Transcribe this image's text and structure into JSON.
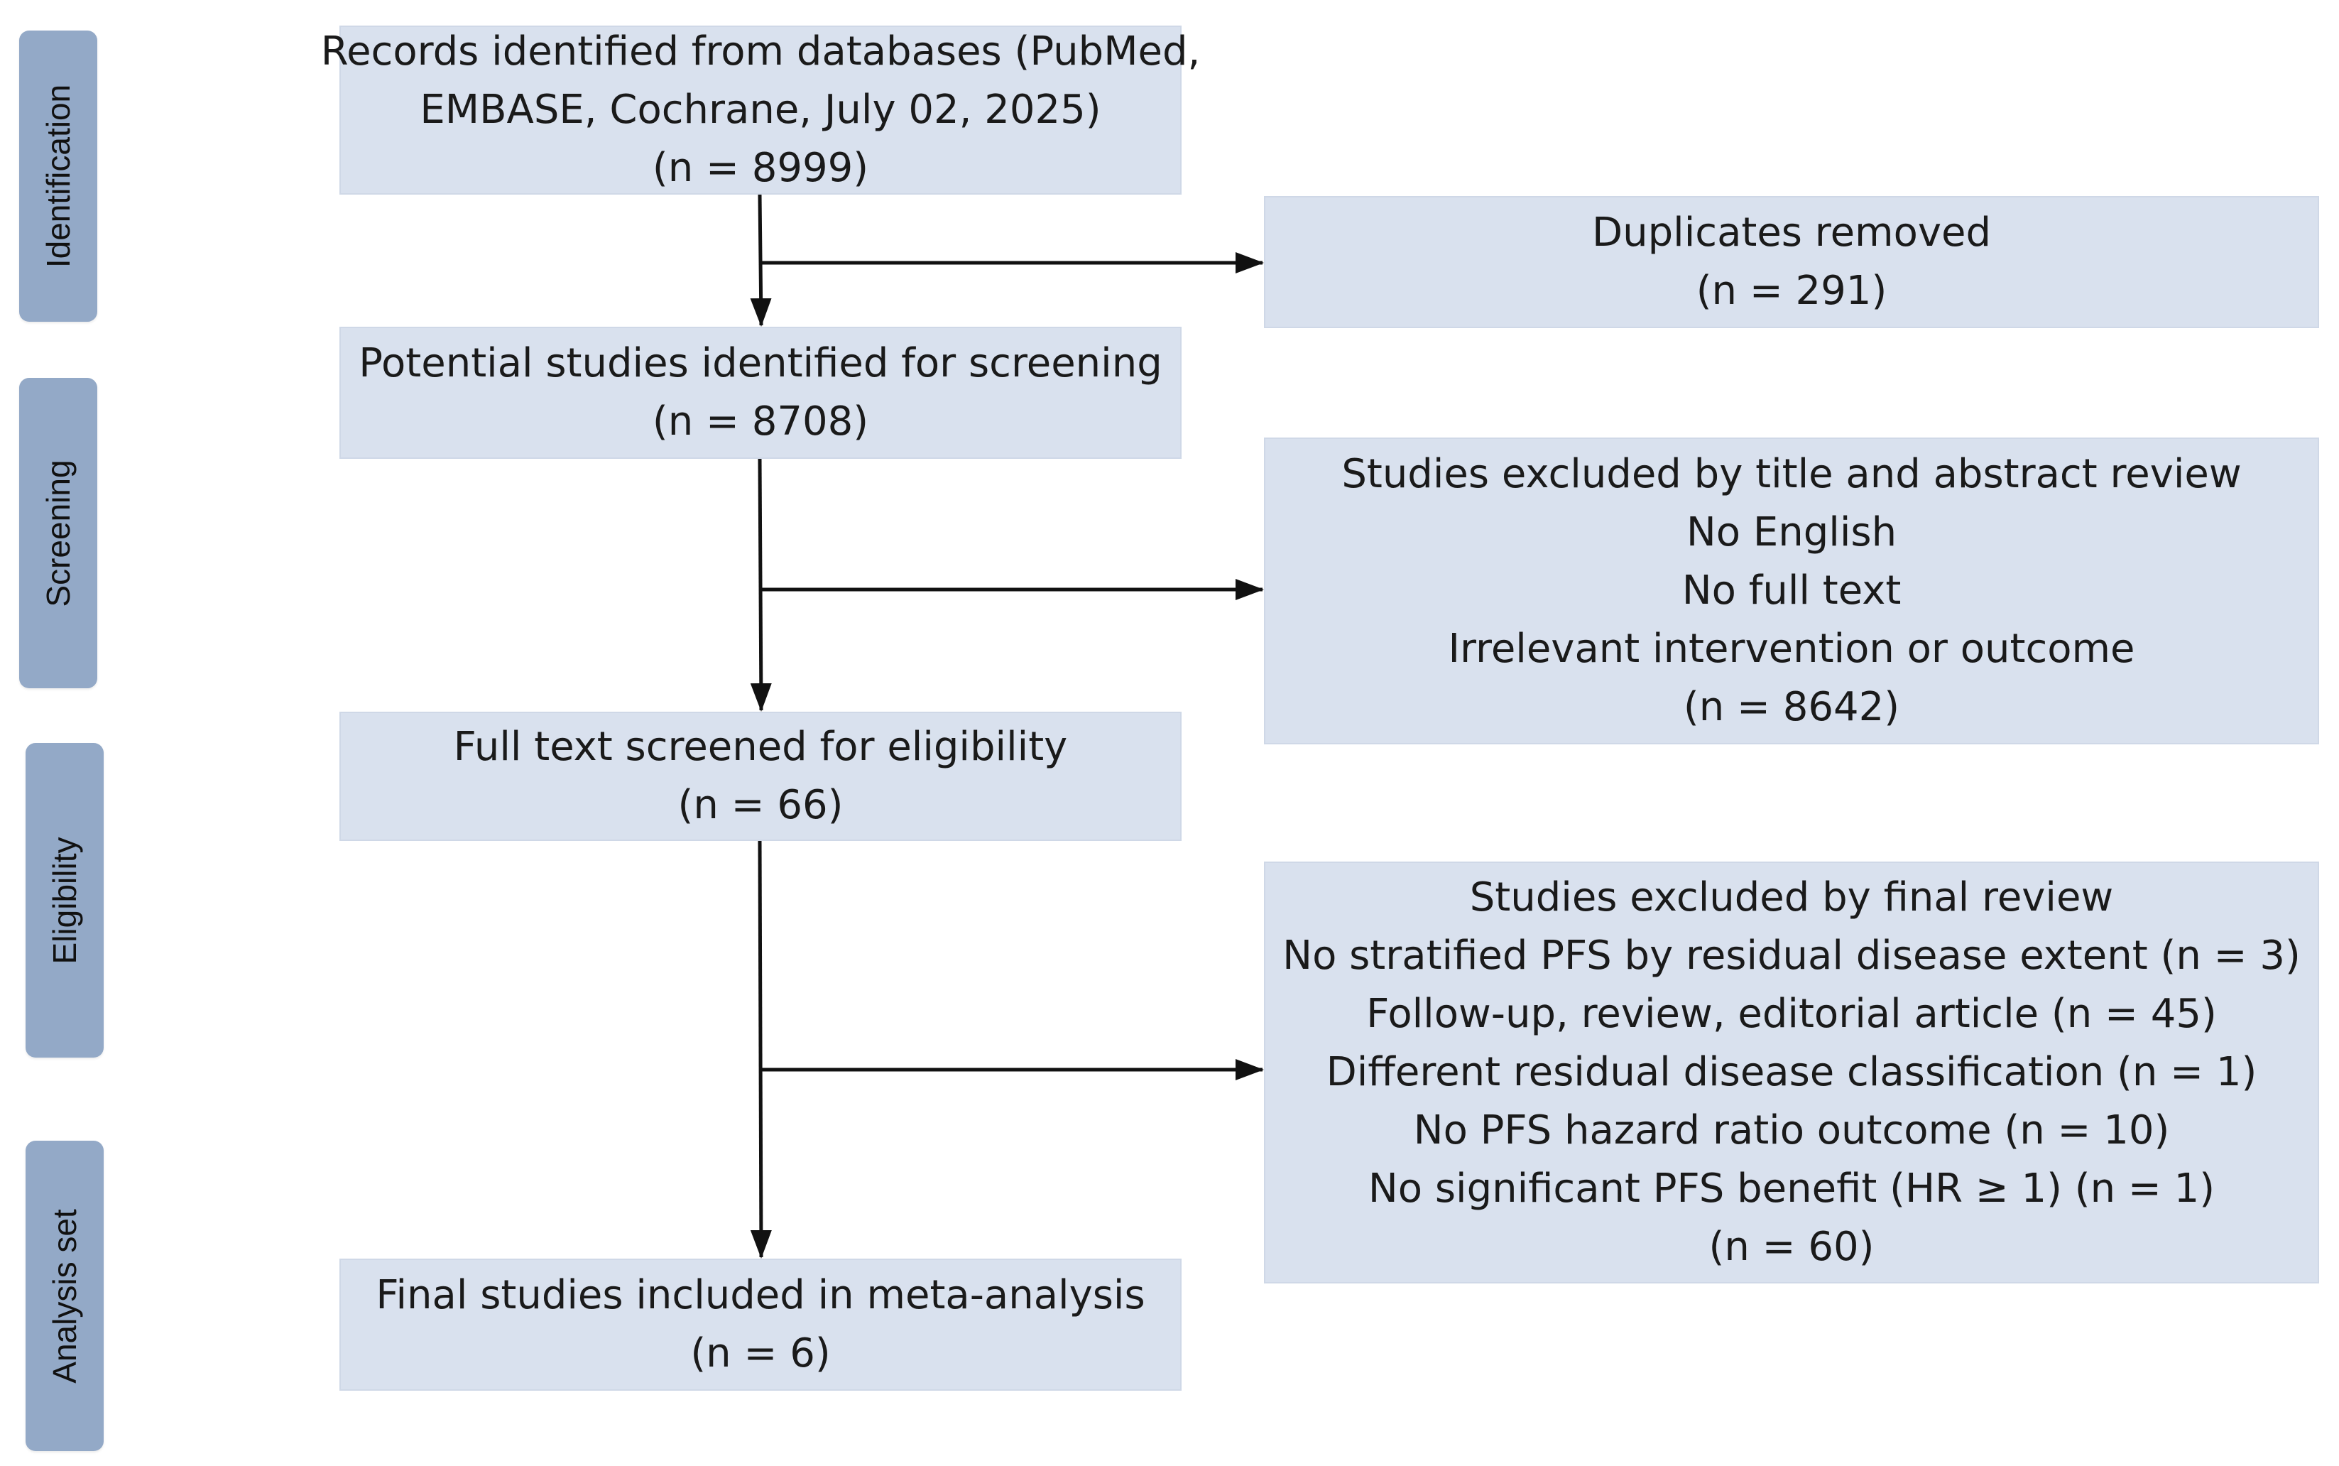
{
  "phases": {
    "identification": "Identification",
    "screening": "Screening",
    "eligibility": "Eligibility",
    "analysis": "Analysis set"
  },
  "boxes": {
    "records": {
      "lines": [
        "Records identified from databases (PubMed,",
        "EMBASE, Cochrane, July 02, 2025)",
        "(n = 8999)"
      ]
    },
    "duplicates": {
      "lines": [
        "Duplicates removed",
        "(n = 291)"
      ]
    },
    "potential": {
      "lines": [
        "Potential studies identified for screening",
        "(n = 8708)"
      ]
    },
    "excluded_title": {
      "lines": [
        "Studies excluded by title and abstract review",
        "No English",
        "No full text",
        "Irrelevant intervention or outcome",
        "(n = 8642)"
      ]
    },
    "fulltext": {
      "lines": [
        "Full text screened for eligibility",
        "(n = 66)"
      ]
    },
    "excluded_final": {
      "lines": [
        "Studies excluded by final review",
        "No stratified PFS by residual disease extent (n = 3)",
        "Follow-up, review, editorial article (n = 45)",
        "Different residual disease classification (n = 1)",
        "No PFS hazard ratio outcome (n = 10)",
        "No significant PFS benefit (HR ≥ 1) (n = 1)",
        "(n = 60)"
      ]
    },
    "final": {
      "lines": [
        "Final studies included in meta-analysis",
        "(n = 6)"
      ]
    }
  },
  "colors": {
    "box_fill": "#d9e1ee",
    "phase_fill": "#93a9c7",
    "arrow": "#111111"
  }
}
